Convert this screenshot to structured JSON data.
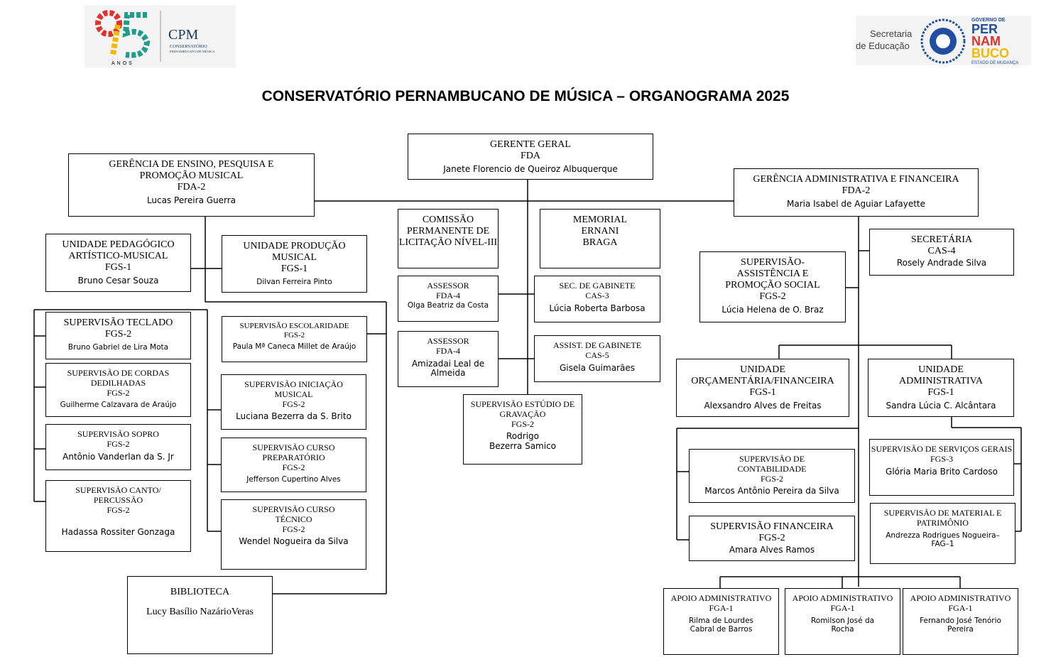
{
  "header": {
    "title": "CONSERVATÓRIO PERNAMBUCANO DE MÚSICA – ORGANOGRAMA 2025",
    "logo_left": {
      "number": "95",
      "caption": "ANOS",
      "acronym": "CPM",
      "name_line1": "CONSERVATÓRIO",
      "name_line2": "PERNAMBUCANO DE MÚSICA"
    },
    "logo_right": {
      "secretaria_line1": "Secretaria",
      "secretaria_line2": "de Educação",
      "governo": "GOVERNO DE",
      "estado_lines": [
        "PER",
        "NAM",
        "BUCO"
      ],
      "slogan": "ESTADO DE MUDANÇA"
    }
  },
  "colors": {
    "text": "#000000",
    "border": "#000000",
    "background": "#ffffff",
    "logo_bg": "#f4f4f4",
    "brand_blue": "#1f4ea3",
    "brand_red": "#e0312b",
    "brand_yellow": "#f5b800"
  },
  "org": {
    "gerente_geral": {
      "title": "GERENTE GERAL",
      "code": "FDA",
      "name": "Janete Florencio de Queiroz Albuquerque"
    },
    "gerencia_ensino": {
      "title": "GERÊNCIA DE ENSINO, PESQUISA E PROMOÇÃO MUSICAL",
      "code": "FDA-2",
      "name": "Lucas Pereira Guerra"
    },
    "gerencia_adm": {
      "title": "GERÊNCIA ADMINISTRATIVA E FINANCEIRA",
      "code": "FDA-2",
      "name": "Maria Isabel de Aguiar Lafayette"
    },
    "unidade_pedagogico": {
      "title": "UNIDADE PEDAGÓGICO ARTÍSTICO-MUSICAL",
      "code": "FGS-1",
      "name": "Bruno Cesar Souza"
    },
    "unidade_producao": {
      "title": "UNIDADE PRODUÇÃO MUSICAL",
      "code": "FGS-1",
      "name": "Dilvan Ferreira Pinto"
    },
    "sup_teclado": {
      "title": "SUPERVISÃO TECLADO",
      "code": "FGS-2",
      "name": "Bruno  Gabriel de Lira Mota"
    },
    "sup_cordas": {
      "title": "SUPERVISÃO DE CORDAS DEDILHADAS",
      "code": "FGS-2",
      "name": "Guilherme Calzavara de Araújo"
    },
    "sup_sopro": {
      "title": "SUPERVISÃO SOPRO",
      "code": "FGS-2",
      "name": "Antônio Vanderlan da S. Jr"
    },
    "sup_canto": {
      "title": "SUPERVISÃO CANTO/ PERCUSSÃO",
      "code": "FGS-2",
      "name": "Hadassa Rossiter Gonzaga"
    },
    "sup_escolaridade": {
      "title": "SUPERVISÃO ESCOLARIDADE",
      "code": "FGS-2",
      "name": "Paula Mª Caneca Millet de Araújo"
    },
    "sup_iniciacao": {
      "title": "SUPERVISÃO INICIAÇÃO MUSICAL",
      "code": "FGS-2",
      "name": "Luciana Bezerra da S. Brito"
    },
    "sup_preparatorio": {
      "title": "SUPERVISÃO CURSO PREPARATÓRIO",
      "code": "FGS-2",
      "name": "Jefferson Cupertino Alves"
    },
    "sup_tecnico": {
      "title": "SUPERVISÃO CURSO TÉCNICO",
      "code": "FGS-2",
      "name": "Wendel Nogueira da Silva"
    },
    "biblioteca": {
      "title": "BIBLIOTECA",
      "name": "Lucy Basílio NazárioVeras"
    },
    "comissao": {
      "title": "COMISSÃO PERMANENTE  DE LICITAÇÃO NÍVEL-III"
    },
    "memorial": {
      "title": "MEMORIAL ERNANI BRAGA"
    },
    "assessor1": {
      "title": "ASSESSOR",
      "code": "FDA-4",
      "name": "Olga Beatriz da Costa"
    },
    "assessor2": {
      "title": "ASSESSOR",
      "code": "FDA-4",
      "name": "Amizadai Leal de Almeida"
    },
    "sec_gabinete": {
      "title": "SEC. DE GABINETE",
      "code": "CAS-3",
      "name": "Lúcia Roberta Barbosa"
    },
    "assist_gabinete": {
      "title": "ASSIST. DE GABINETE",
      "code": "CAS-5",
      "name": "Gisela Guimarães"
    },
    "sup_estudio": {
      "title": "SUPERVISÃO ESTÚDIO DE GRAVAÇÃO",
      "code": "FGS-2",
      "name": "Rodrigo Bezerra Samico"
    },
    "secretaria": {
      "title": "SECRETÁRIA",
      "code": "CAS-4",
      "name": "Rosely Andrade Silva"
    },
    "sup_assistencia": {
      "title": "SUPERVISÃO- ASSISTÊNCIA E PROMOÇÃO SOCIAL",
      "code": "FGS-2",
      "name": "Lúcia Helena de O. Braz"
    },
    "unidade_orcamentaria": {
      "title": "UNIDADE ORÇAMENTÁRIA/FINANCEIRA",
      "code": "FGS-1",
      "name": "Alexsandro Alves de Freitas"
    },
    "unidade_administrativa": {
      "title": "UNIDADE ADMINISTRATIVA",
      "code": "FGS-1",
      "name": "Sandra Lúcia C. Alcântara"
    },
    "sup_contabilidade": {
      "title": "SUPERVISÃO  DE CONTABILIDADE",
      "code": "FGS-2",
      "name": "Marcos Antônio Pereira da Silva"
    },
    "sup_financeira": {
      "title": "SUPERVISÃO FINANCEIRA",
      "code": "FGS-2",
      "name": "Amara Alves Ramos"
    },
    "sup_servicos": {
      "title": "SUPERVISÃO DE SERVIÇOS GERAIS",
      "code": "FGS-3",
      "name": "Glória Maria Brito Cardoso"
    },
    "sup_material": {
      "title": "SUPERVISÃO DE MATERIAL E PATRIMÔNIO",
      "code": "",
      "name": "Andrezza Rodrigues Nogueira–FAG–1"
    },
    "apoio1": {
      "title": "APOIO ADMINISTRATIVO",
      "code": "FGA-1",
      "name": "Rilma de Lourdes Cabral de Barros"
    },
    "apoio2": {
      "title": "APOIO ADMINISTRATIVO",
      "code": "FGA-1",
      "name": "Romilson José da Rocha"
    },
    "apoio3": {
      "title": "APOIO ADMINISTRATIVO",
      "code": "FGA-1",
      "name": "Fernando José Tenório Pereira"
    }
  }
}
